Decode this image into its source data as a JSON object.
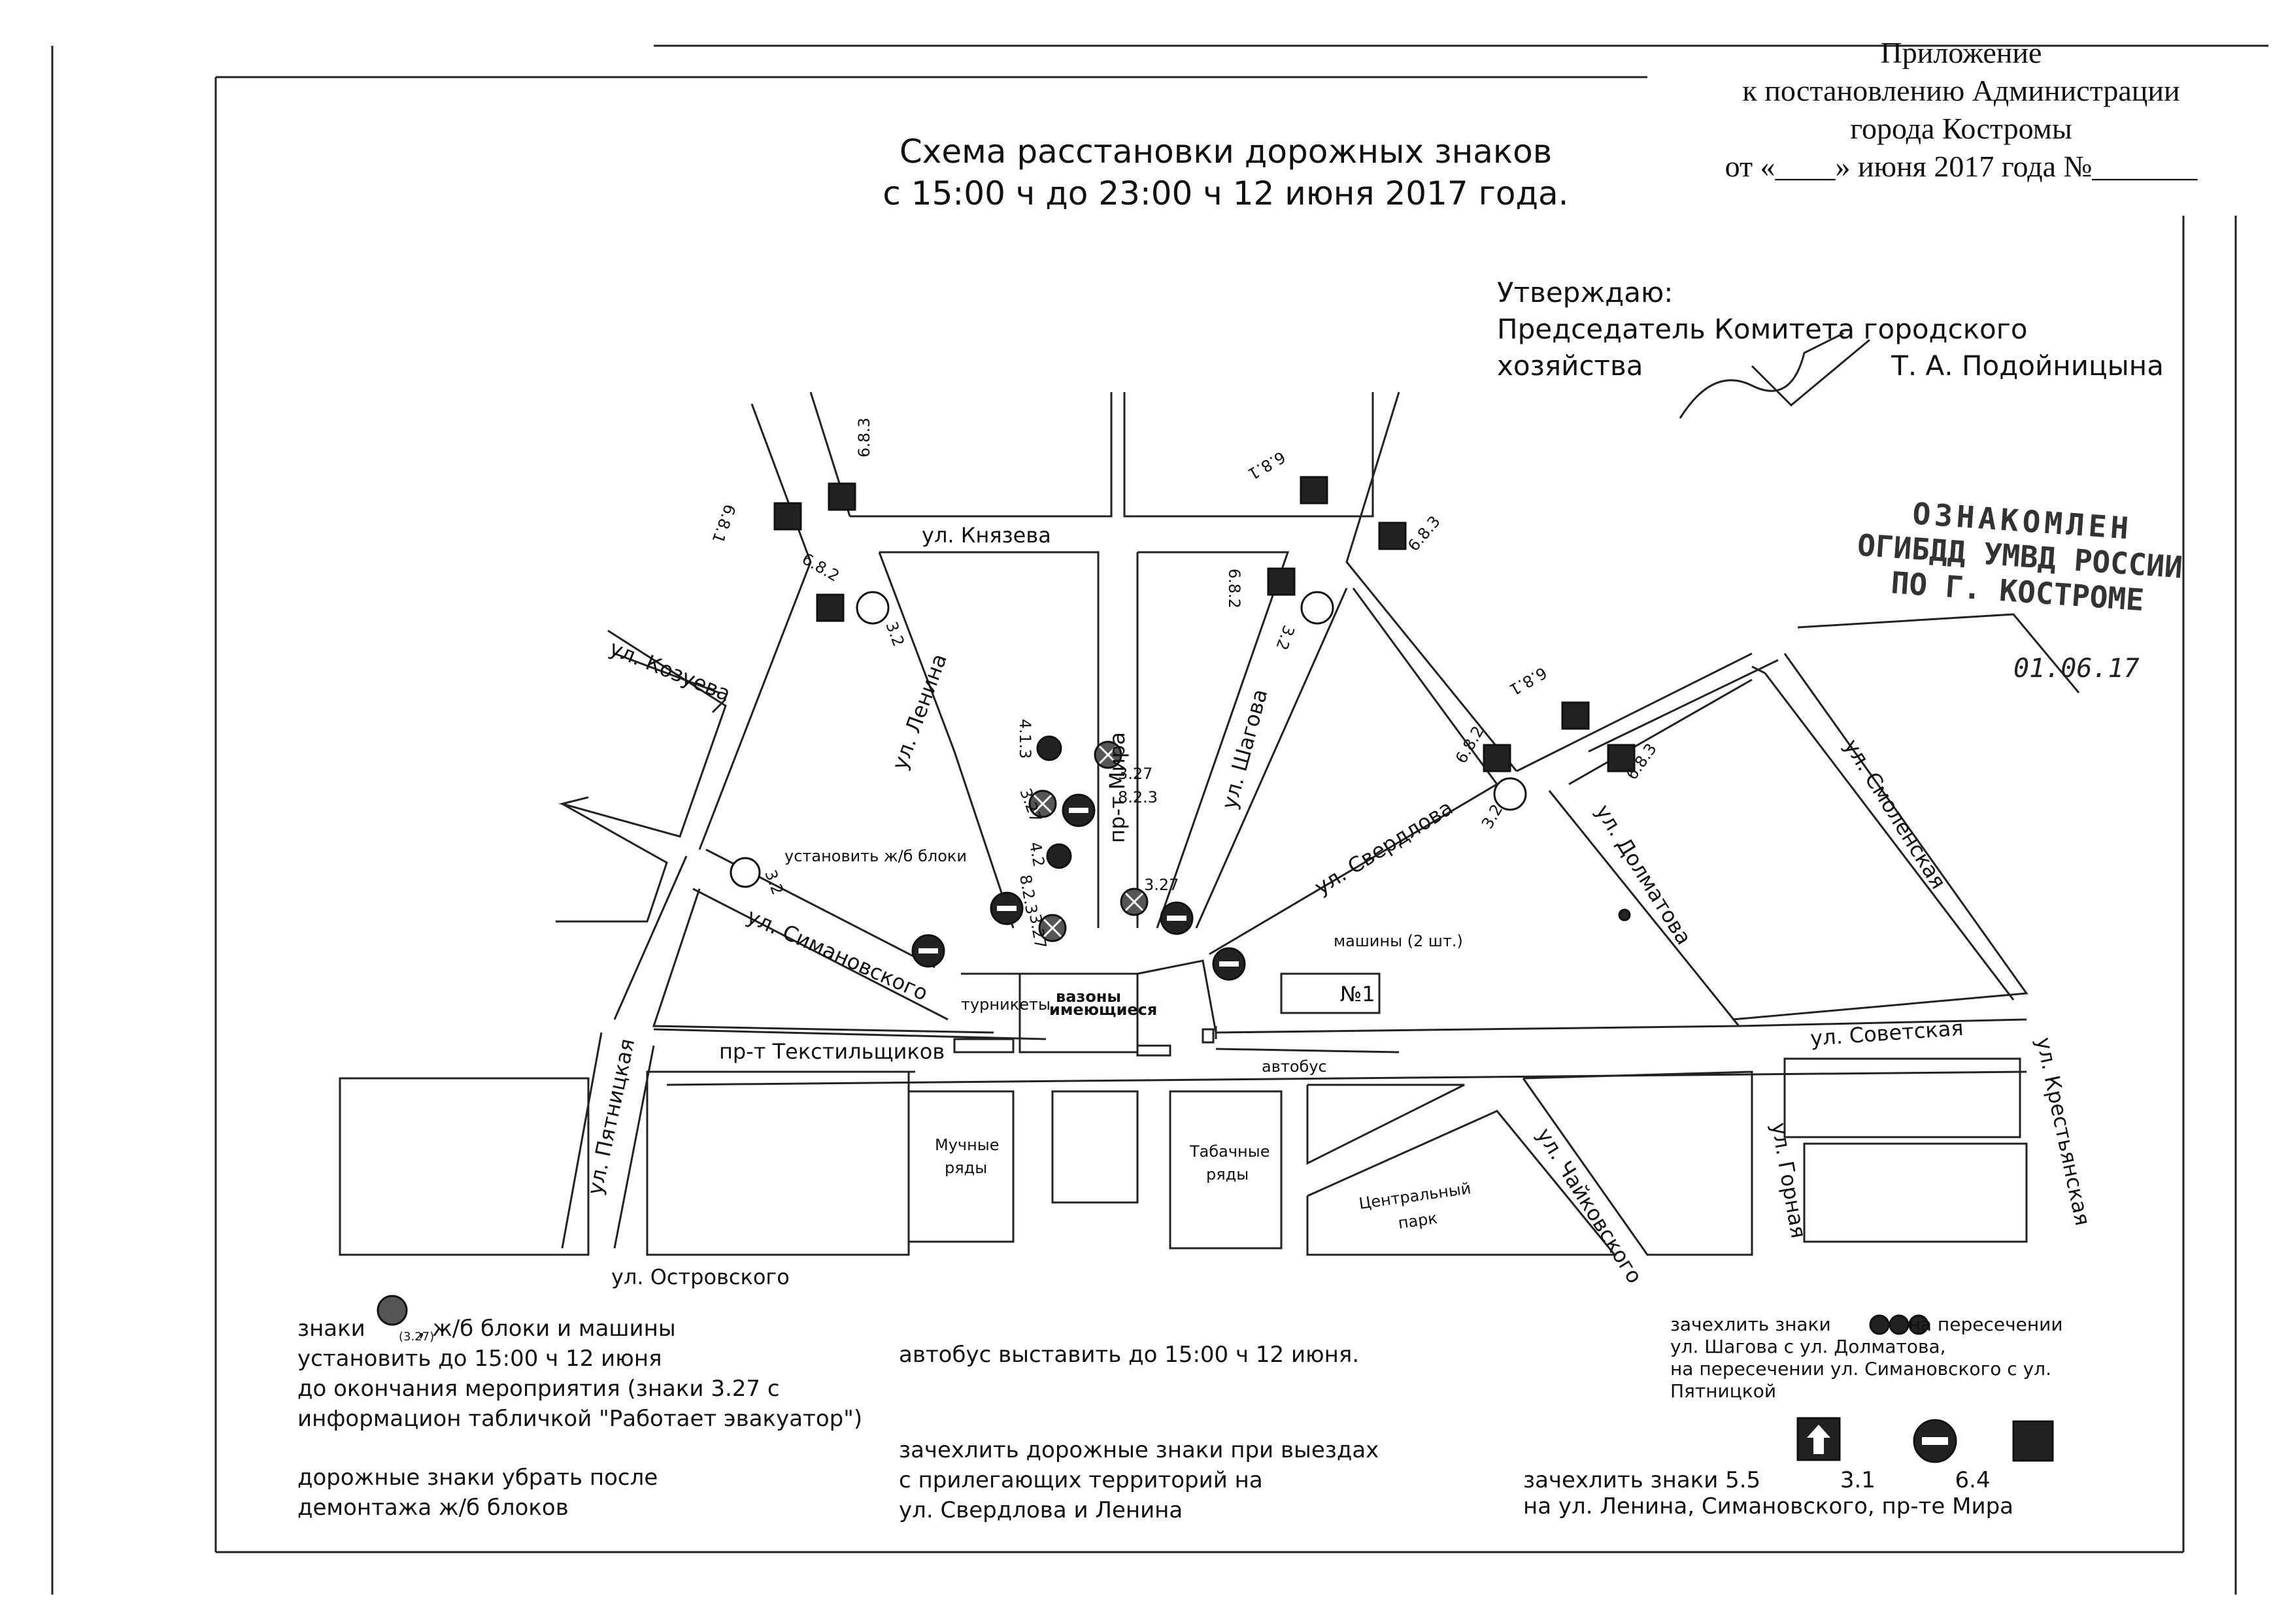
{
  "appendix": {
    "line1": "Приложение",
    "line2": "к постановлению Администрации",
    "line3": "города Костромы",
    "line4": "от «____» июня 2017 года №_______"
  },
  "title": {
    "line1": "Схема расстановки дорожных знаков",
    "line2": "с 15:00 ч до 23:00 ч 12 июня 2017 года."
  },
  "approval": {
    "line1": "Утверждаю:",
    "line2": "Председатель Комитета городского",
    "line3": "хозяйства",
    "name": "Т. А. Подойницына"
  },
  "stamp": {
    "line1": "ОЗНАКОМЛЕН",
    "line2": "ОГИБДД УМВД РОССИИ",
    "line3": "ПО Г. КОСТРОМЕ",
    "date": "01.06.17"
  },
  "streets": {
    "knyazeva": "ул. Князева",
    "kozueva": "ул. Козуева",
    "lenina": "ул. Ленина",
    "mira": "пр-т Мира",
    "shagova": "ул. Шагова",
    "sverdlova": "ул. Свердлова",
    "dolmatova": "ул. Долматова",
    "smolenskaya": "ул. Смоленская",
    "simanovskogo": "ул. Симановского",
    "pyatnitskaya": "ул. Пятницкая",
    "tekstilshchikov": "пр-т Текстильщиков",
    "sovetskaya": "ул. Советская",
    "krestyanskaya": "ул. Крестьянская",
    "gornaya": "ул. Горная",
    "chaykovskogo": "ул. Чайковского",
    "ostrovskogo": "ул. Островского"
  },
  "places": {
    "muchnye": [
      "Мучные",
      "ряды"
    ],
    "tabachnye": [
      "Табачные",
      "ряды"
    ],
    "park": [
      "Центральный",
      "парк"
    ],
    "vazony": [
      "вазоны",
      "имеющиеся"
    ],
    "turnstiles": "турникеты",
    "blocks": "установить ж/б блоки",
    "cars": "машины (2 шт.)",
    "bus": "автобус",
    "no1": "№1"
  },
  "sign_codes": {
    "s683": "6.8.3",
    "s681": "6.8.1",
    "s682": "6.8.2",
    "s32": "3.2",
    "s327": "3.27",
    "s413": "4.1.3",
    "s823": "8.2.3",
    "s42": "4.2"
  },
  "notes": {
    "signs_word": "знаки",
    "sign_sub": "(3.27)",
    "left1_tail": ", ж/б блоки и машины",
    "left2": "установить до 15:00 ч 12 июня",
    "left3": "до окончания мероприятия (знаки 3.27 с",
    "left4": "информацион табличкой \"Работает эвакуатор\")",
    "left5": "дорожные знаки убрать после",
    "left6": "демонтажа ж/б блоков",
    "mid1": "автобус выставить до 15:00 ч 12 июня.",
    "mid2": "зачехлить дорожные знаки при выездах",
    "mid3": "с прилегающих территорий на",
    "mid4": "ул. Свердлова и Ленина",
    "right1a": "зачехлить знаки",
    "right1b": "на пересечении",
    "right2": "ул. Шагова с ул. Долматова,",
    "right3": "на пересечении ул. Симановского с ул.",
    "right4": "Пятницкой",
    "right5": "зачехлить знаки 5.5",
    "right5b": "3.1",
    "right5c": "6.4",
    "right6": "на ул. Ленина, Симановского, пр-те Мира"
  }
}
